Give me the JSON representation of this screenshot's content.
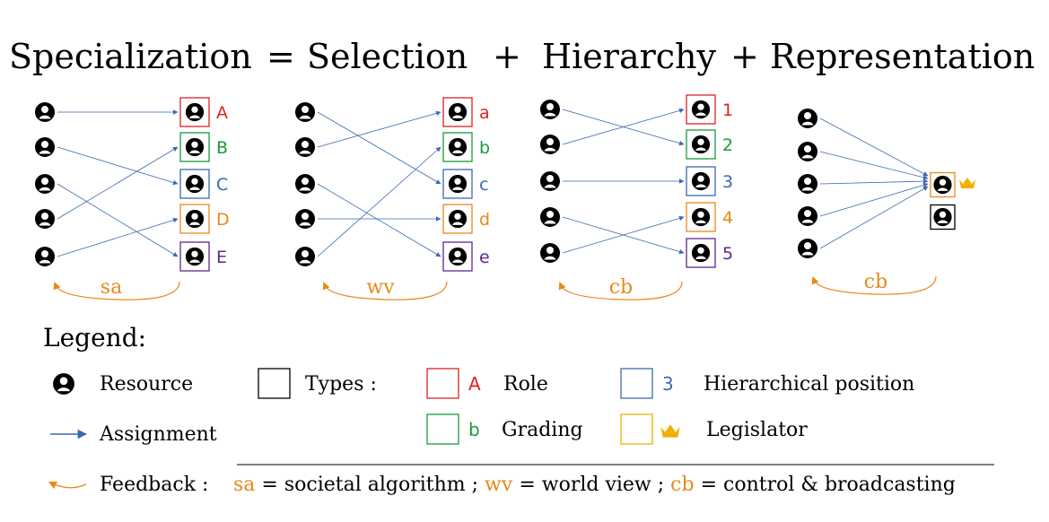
{
  "title": {
    "specialization": "Specialization",
    "eq": "=",
    "selection": "Selection",
    "plus1": "+",
    "hierarchy": "Hierarchy",
    "plus2": "+",
    "representation": "Representation"
  },
  "colors": {
    "red": "#e02020",
    "green": "#1a9a3a",
    "blue": "#3a6ab0",
    "orange": "#e8891a",
    "purple": "#5a2a8a",
    "black": "#000000",
    "arrow": "#3a6ab0",
    "feedback": "#e8891a",
    "crown": "#f0b000"
  },
  "panels": [
    {
      "feedback_label": "sa",
      "types": [
        {
          "label": "A",
          "color": "red"
        },
        {
          "label": "B",
          "color": "green"
        },
        {
          "label": "C",
          "color": "blue"
        },
        {
          "label": "D",
          "color": "orange"
        },
        {
          "label": "E",
          "color": "purple"
        }
      ],
      "assignments": [
        [
          0,
          0
        ],
        [
          1,
          2
        ],
        [
          2,
          4
        ],
        [
          3,
          1
        ],
        [
          4,
          3
        ]
      ]
    },
    {
      "feedback_label": "wv",
      "types": [
        {
          "label": "a",
          "color": "red"
        },
        {
          "label": "b",
          "color": "green"
        },
        {
          "label": "c",
          "color": "blue"
        },
        {
          "label": "d",
          "color": "orange"
        },
        {
          "label": "e",
          "color": "purple"
        }
      ],
      "assignments": [
        [
          0,
          2
        ],
        [
          1,
          0
        ],
        [
          2,
          4
        ],
        [
          3,
          3
        ],
        [
          4,
          1
        ]
      ]
    },
    {
      "feedback_label": "cb",
      "types": [
        {
          "label": "1",
          "color": "red"
        },
        {
          "label": "2",
          "color": "green"
        },
        {
          "label": "3",
          "color": "blue"
        },
        {
          "label": "4",
          "color": "orange"
        },
        {
          "label": "5",
          "color": "purple"
        }
      ],
      "assignments": [
        [
          0,
          1
        ],
        [
          1,
          0
        ],
        [
          2,
          2
        ],
        [
          3,
          4
        ],
        [
          4,
          3
        ]
      ]
    },
    {
      "feedback_label": "cb",
      "types": [
        {
          "label": "",
          "color": "orange",
          "crown": true
        },
        {
          "label": "",
          "color": "black"
        }
      ],
      "assignments": [
        [
          0,
          0
        ],
        [
          1,
          0
        ],
        [
          2,
          0
        ],
        [
          3,
          0
        ],
        [
          4,
          0
        ]
      ]
    }
  ],
  "legend": {
    "title": "Legend:",
    "resource": "Resource",
    "assignment": "Assignment",
    "feedback": "Feedback :",
    "types": "Types :",
    "role_letter": "A",
    "role": "Role",
    "grading_letter": "b",
    "grading": "Grading",
    "hier_number": "3",
    "hierarchical_position": "Hierarchical position",
    "legislator": "Legislator",
    "fb_sa": "sa",
    "fb_sa_def": "= societal algorithm ;",
    "fb_wv": "wv",
    "fb_wv_def": "= world view ;",
    "fb_cb": "cb",
    "fb_cb_def": "= control & broadcasting"
  }
}
